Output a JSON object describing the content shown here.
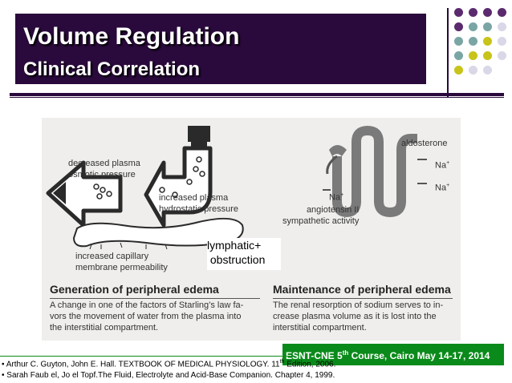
{
  "header": {
    "title": "Volume Regulation",
    "subtitle": "Clinical Correlation"
  },
  "decor": {
    "dot_colors": [
      "#5b2a6e",
      "#7aa5a5",
      "#c8c41a",
      "#d8d8e8"
    ]
  },
  "figure": {
    "left_panel": {
      "label_osmotic": "decreased plasma\nosmotic pressure",
      "label_hydrostatic": "increased plasma\nhydrostatic pressure",
      "label_permeability": "increased capillary\nmembrane permeability",
      "heading": "Generation of peripheral edema",
      "description": "A change in one of the factors of Starling’s law fa-\nvors the movement of water from the plasma into\nthe interstitial compartment."
    },
    "right_panel": {
      "label_aldosterone": "aldosterone",
      "label_na_top": "Na",
      "label_na_right": "Na",
      "label_na_left": "Na",
      "na_charge": "+",
      "label_angiotensin": "angiotensin II\nsympathetic activity",
      "heading": "Maintenance of peripheral edema",
      "description": "The renal resorption of sodium serves to in-\ncrease plasma volume as it is lost into the\ninterstitial compartment."
    },
    "overlay_note": "lymphatic+\n obstruction"
  },
  "footer": {
    "course_prefix": "ESNT-CNE 5",
    "course_sup": "th",
    "course_suffix": " Course, Cairo May 14-17, 2014",
    "ref1_prefix": "• Arthur C. Guyton, John E. Hall. TEXTBOOK OF MEDICAL PHYSIOLOGY. 11",
    "ref1_sup": "th",
    "ref1_suffix": " Edition, 2006.",
    "ref2": "• Sarah Faub el, Jo el Topf.The Fluid, Electrolyte and Acid-Base Companion. Chapter 4, 1999."
  }
}
